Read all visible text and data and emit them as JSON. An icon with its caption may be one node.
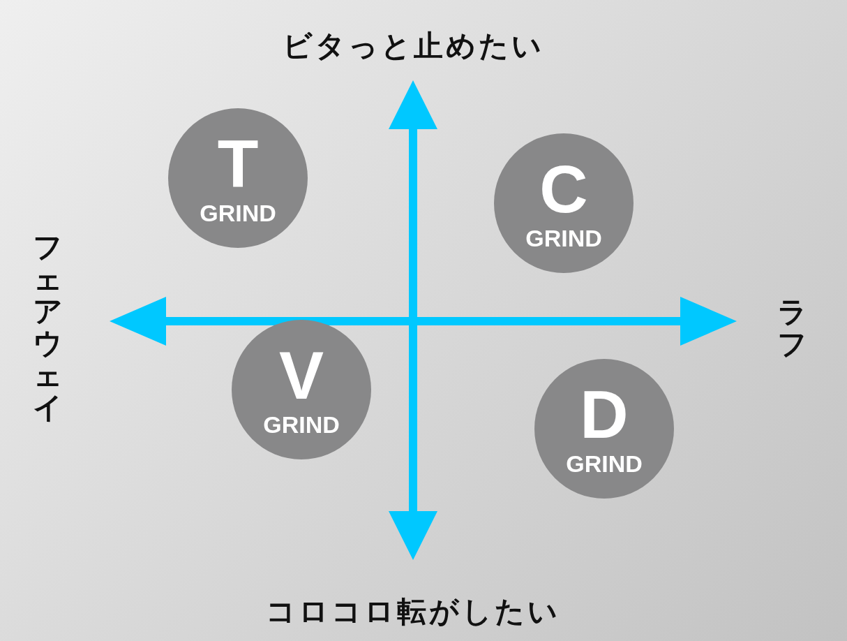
{
  "diagram": {
    "nodes": [
      {
        "text": [
          "T",
          "GRIND"
        ]
      },
      {
        "text": [
          "C",
          "GRIND"
        ]
      },
      {
        "text": [
          "V",
          "GRIND"
        ]
      },
      {
        "text": [
          "D",
          "GRIND"
        ]
      }
    ],
    "labels": [
      "ビタっと止めたい",
      "フェアウェイ",
      "ラフ",
      "コロコロ転がしたい"
    ]
  }
}
